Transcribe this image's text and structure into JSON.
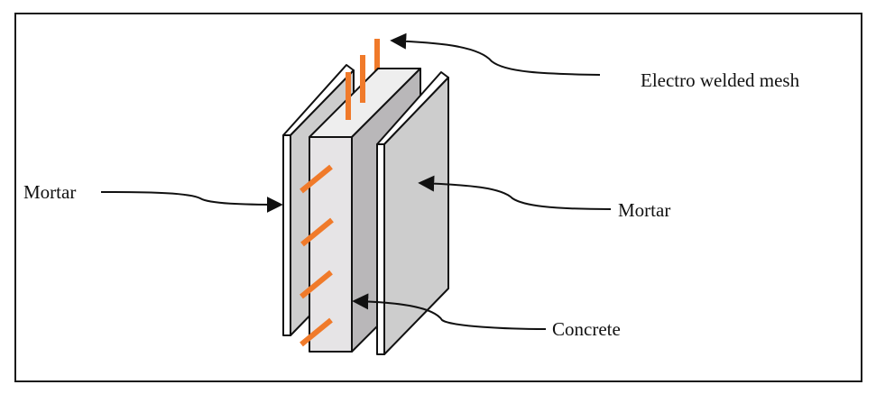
{
  "diagram": {
    "type": "sandwich-panel-cross-section",
    "labels": {
      "mesh": "Electro welded mesh",
      "mortar_left": "Mortar",
      "mortar_right": "Mortar",
      "concrete": "Concrete"
    },
    "colors": {
      "rebar": "#f07a2a",
      "concrete_front": "#e6e4e6",
      "concrete_side": "#b9b7b9",
      "concrete_top": "#eeeeee",
      "mortar_face": "#cdcdcd",
      "mortar_edge": "#ffffff",
      "outline": "#111111",
      "frame": "#1a1a1a"
    },
    "layers": [
      "Mortar",
      "Concrete",
      "Mortar"
    ],
    "diagonal_connectors": 4,
    "vertical_mesh_bars": 3
  }
}
